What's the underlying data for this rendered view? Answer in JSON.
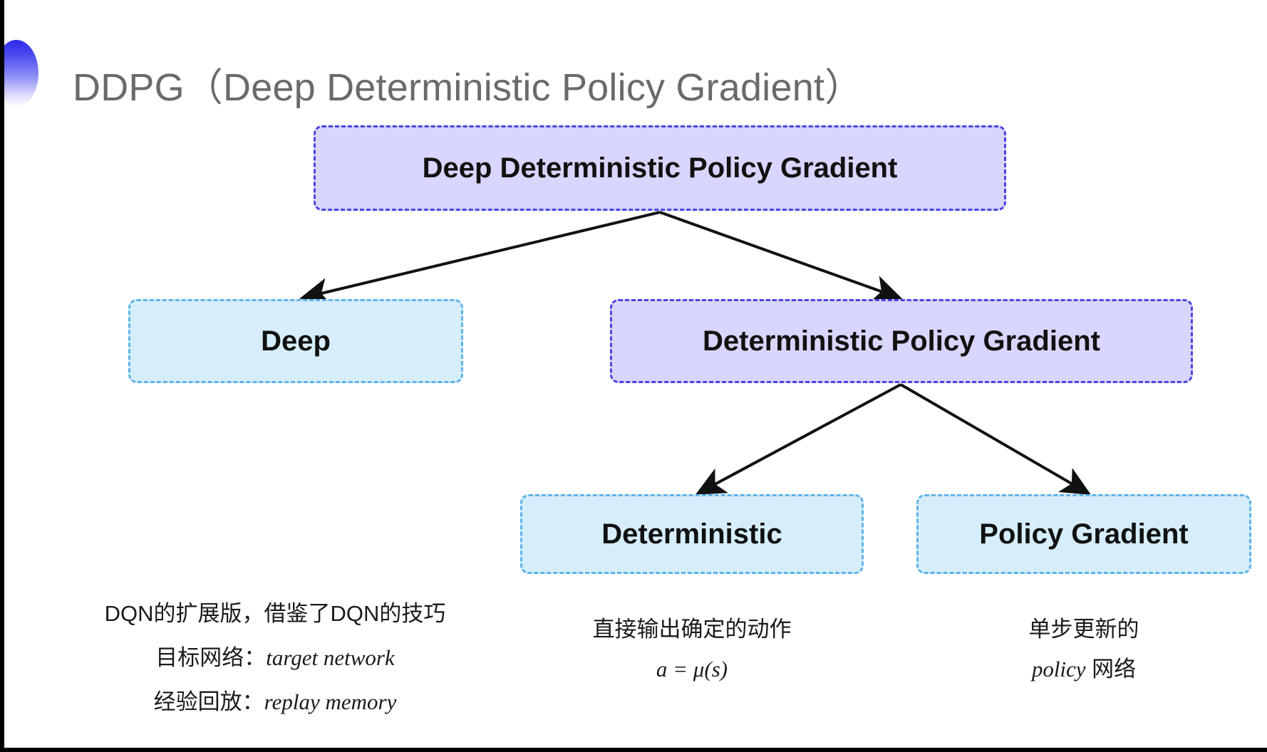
{
  "slide": {
    "title": "DDPG（Deep Deterministic Policy Gradient）",
    "bullet_icon": "half-circle-gradient-icon",
    "title_color": "#6a6a6a",
    "background": "#ffffff"
  },
  "palette": {
    "purple_fill": "#d8d6fc",
    "purple_border": "#4b45e0",
    "blue_fill": "#d6eefc",
    "blue_border": "#5fb3e8",
    "arrow_color": "#111111"
  },
  "diagram": {
    "nodes": [
      {
        "id": "root",
        "label": "Deep Deterministic Policy Gradient",
        "style": "purple"
      },
      {
        "id": "deep",
        "label": "Deep",
        "style": "blue"
      },
      {
        "id": "dpg",
        "label": "Deterministic Policy Gradient",
        "style": "purple"
      },
      {
        "id": "deterministic",
        "label": "Deterministic",
        "style": "blue"
      },
      {
        "id": "policy_gradient",
        "label": "Policy Gradient",
        "style": "blue"
      }
    ],
    "edges": [
      {
        "from": "root",
        "to": "deep"
      },
      {
        "from": "root",
        "to": "dpg"
      },
      {
        "from": "dpg",
        "to": "deterministic"
      },
      {
        "from": "dpg",
        "to": "policy_gradient"
      }
    ]
  },
  "captions": {
    "deep": {
      "line1": "DQN的扩展版，借鉴了DQN的技巧",
      "line2_label": "目标网络：",
      "line2_term": "target network",
      "line3_label": "经验回放：",
      "line3_term": "replay memory"
    },
    "deterministic": {
      "line1": "直接输出确定的动作",
      "formula": "a = μ(s)"
    },
    "policy_gradient": {
      "line1": "单步更新的",
      "line2_term": "policy",
      "line2_tail": " 网络"
    }
  }
}
